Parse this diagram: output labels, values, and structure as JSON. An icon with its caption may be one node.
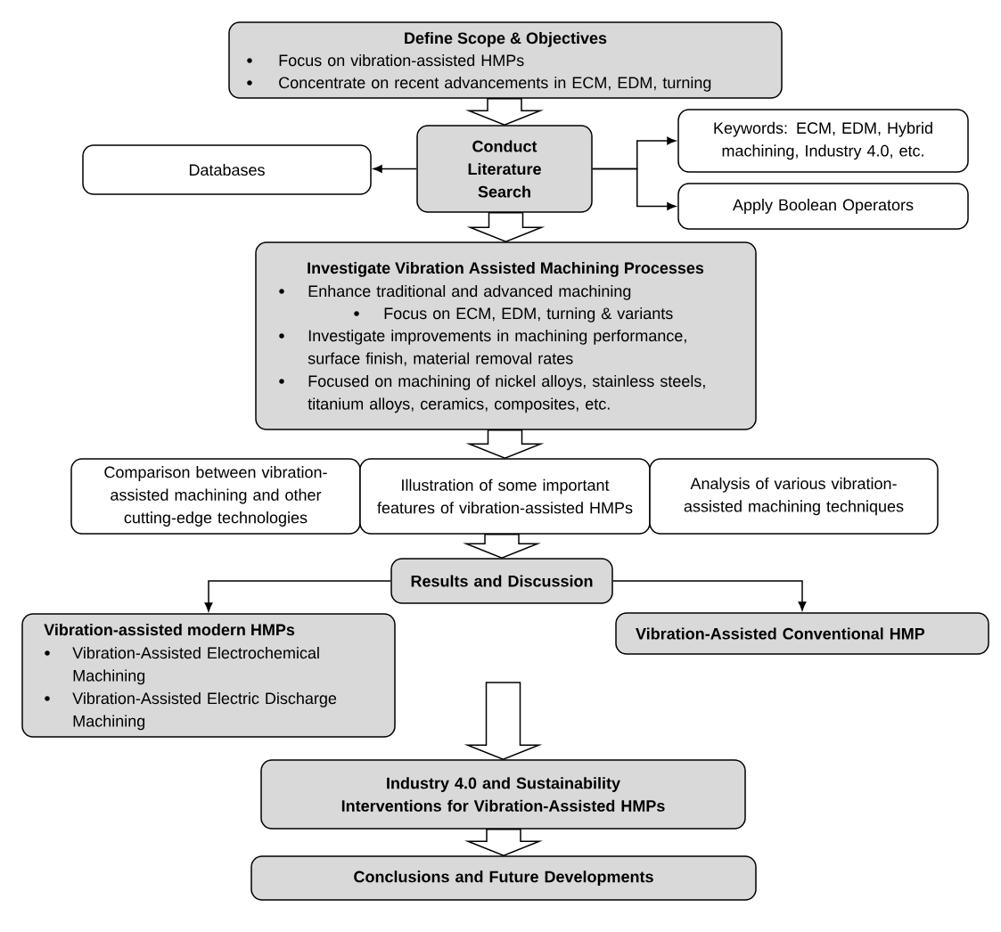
{
  "diagram": {
    "nodes": [
      {
        "text": [
          "Define Scope & Objectives",
          "Focus on vibration-assisted HMPs",
          "Concentrate on recent advancements in ECM, EDM, turning"
        ]
      },
      {
        "text": [
          "Conduct Literature Search"
        ]
      },
      {
        "text": [
          "Databases"
        ]
      },
      {
        "text": [
          "Keywords: ECM, EDM, Hybrid machining, Industry 4.0, etc."
        ]
      },
      {
        "text": [
          "Apply Boolean Operators"
        ]
      },
      {
        "text": [
          "Investigate Vibration Assisted Machining Processes",
          "Enhance traditional and advanced machining",
          "Focus on ECM, EDM, turning & variants",
          "Investigate improvements in machining performance, surface finish, material removal rates",
          "Focused on machining of nickel alloys, stainless steels, titanium alloys, ceramics, composites, etc."
        ]
      },
      {
        "text": [
          "Comparison between vibration-assisted machining and other cutting-edge technologies"
        ]
      },
      {
        "text": [
          "Illustration of some important features of vibration-assisted HMPs"
        ]
      },
      {
        "text": [
          "Analysis of various vibration-assisted machining techniques"
        ]
      },
      {
        "text": [
          "Results and Discussion"
        ]
      },
      {
        "text": [
          "Vibration-assisted modern HMPs",
          "Vibration-Assisted Electrochemical Machining",
          "Vibration-Assisted Electric Discharge Machining"
        ]
      },
      {
        "text": [
          "Vibration-Assisted Conventional HMP"
        ]
      },
      {
        "text": [
          "Industry 4.0 and Sustainability Interventions for Vibration-Assisted HMPs"
        ]
      },
      {
        "text": [
          "Conclusions and Future Developments"
        ]
      }
    ],
    "edges": [
      {
        "from": 0,
        "to": 1,
        "arrow": "to",
        "style": "thick"
      },
      {
        "from": 1,
        "to": 2,
        "arrow": "to"
      },
      {
        "from": 1,
        "to": 3,
        "arrow": "to"
      },
      {
        "from": 1,
        "to": 4,
        "arrow": "to"
      },
      {
        "from": 1,
        "to": 5,
        "arrow": "to",
        "style": "thick"
      },
      {
        "from": 5,
        "to": 7,
        "arrow": "to",
        "style": "thick"
      },
      {
        "from": 7,
        "to": 9,
        "arrow": "to",
        "style": "thick"
      },
      {
        "from": 9,
        "to": 10,
        "arrow": "to"
      },
      {
        "from": 9,
        "to": 11,
        "arrow": "to"
      },
      {
        "from": null,
        "to": 12,
        "arrow": "to",
        "style": "thick"
      },
      {
        "from": 12,
        "to": 13,
        "arrow": "to",
        "style": "thick"
      }
    ]
  }
}
